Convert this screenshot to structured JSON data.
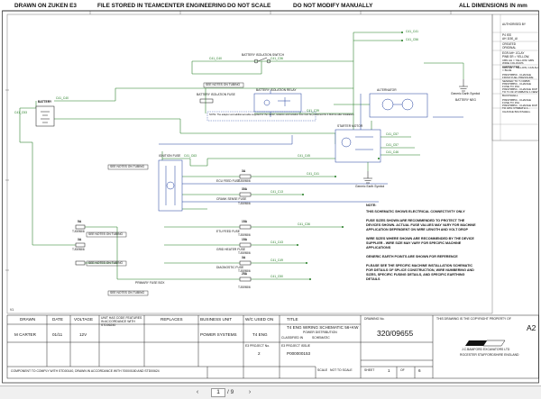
{
  "header": {
    "drawn_on": "DRAWN ON ZUKEN E3",
    "file_stored": "FILE STORED IN TEAMCENTER ENGINEERING",
    "do_not_scale": "DO NOT SCALE",
    "do_not_modify": "DO NOT MODIFY MANUALLY",
    "dimensions": "ALL DIMENSIONS IN mm"
  },
  "revisions": {
    "auth_label": "AUTHORISED BY",
    "lines": [
      "P4 ISS",
      "AH 1150_AI",
      "CREATED",
      "ORIGINAL",
      "EGR AH+ JCLAY",
      "PWB SR = YELLOW,",
      "CBN AH = YELLOW/ GBN WIRE COLOURS CORRECTED",
      "CBN AH = YELLOW, CAN AH = BLUE",
      "P9937MB50 - CHANGE FROM FUEL PRESSURE SENDER TO TJ 09895",
      "P9937MB54 - CHANGE FUSE TO 15A",
      "P9937MB54 - CHANGE DCP TO TJ 09 1TCMBATH 1 NEW BACKSHELL",
      "P9937MB54 - CHANGE FUSE TO 15A",
      "P9937MB54 - CHANGE DCP TO CPC VTNBATH 1 - CHANGE BACKSHELL"
    ]
  },
  "components": {
    "battery": "BATTERY",
    "battery_isolation": "BATTERY ISOLATION SWITCH",
    "relay": "BATTERY ISOLATION RELAY",
    "fuse_box": "BATTERY ISOLATION FUSE",
    "alternator": "ALTERNATOR",
    "starter": "STARTER MOTOR",
    "ignition_fuse": "IGNITION FUSE",
    "ecu_fuse": "ECU FEED FUSE",
    "crank_fuse": "CRANK SENSE FUSE",
    "etu_fuse": "ETU FEED FUSE",
    "grid_heater_fuse": "GRID HEATER FUSE",
    "diag_fuse": "DIAGNOSTIC FUSE",
    "primary_fuse_box": "PRIMARY FUSE BOX",
    "earth_sym": "Generic Earth Symbol",
    "battery_neg": "BATTERY NEG",
    "see_notes_1": "SEE NOTES ON TUBING",
    "see_notes_2": "SEE NOTES ON TUBING",
    "see_notes_3": "SEE NOTES ON TUBING",
    "see_notes_4": "SEE NOTES ON TUBING",
    "see_notes_5": "SEE NOTES ON TUBING",
    "box_note": "NOTE: The adaptor and additional cable supplied for the starter, isolation and isolation bus must be positioned for 4 Mohms after installation"
  },
  "wire_labels": {
    "w1": "C41_C41",
    "w2": "C41_C56",
    "w3": "C41_C40",
    "w4": "C41_C36",
    "w5": "C41_C39",
    "w6": "C41_C40",
    "w7": "C41_C53",
    "w8": "C41_C63",
    "w9": "C41_C45",
    "w10": "C41_C41",
    "w11": "C41_C13",
    "w12": "C41_C36",
    "w13": "C41_C43",
    "w14": "C41_C49",
    "w15": "C41_C50",
    "w16": "C41_C57",
    "w17": "C41_C57",
    "w18": "C41_C46",
    "f1": "3A",
    "f2": "30A",
    "f3": "15A",
    "f4": "15A",
    "f5": "3A",
    "f6": "25A",
    "f7": "5A",
    "f8": "3A",
    "p1": "TJ0098/6",
    "p2": "TJ0098/6",
    "p3": "TJ0098/6",
    "p4": "TJ0098/6",
    "p5": "TJ0098/6",
    "p6": "TJ0098/6",
    "p7": "TJ0098/6",
    "p8": "TJ0098/6"
  },
  "notes": [
    "NOTE:",
    "THIS SCHEMATIC SHOWS ELECTRICAL CONNECTIVITY ONLY",
    "FUSE SIZES SHOWN ARE RECOMMENDED TO PROTECT THE",
    "DEVICES SHOWN. ACTUAL FUSE VALUES MAY VARY FOR MACHINE",
    "APPLICATION DEPENDENT ON WIRE LENGTH AND VOLT DROP",
    "WIRE SIZES WHERE SHOWN ARE RECOMMENDED BY THE DEVICE",
    "SUPPLIER - WIRE SIZE MAY VARY FOR SPECIFIC MACHINE",
    "APPLICATIONS",
    "GENERIC EARTH POINTS ARE SHOWN FOR REFERENCE",
    "PLEASE SEE THE SPECIFIC MACHINE INSTALLATION SCHEMATIC",
    "FOR DETAILS OF SPLICE CONSTRUCTION, WIRE NUMBERING AND",
    "SIZES, SPECIFIC FUSING DETAILS, AND SPECIFIC EARTHING",
    "DETAILS"
  ],
  "title_block": {
    "drawn_label": "DRAWN",
    "date_label": "DATE",
    "voltage_label": "VOLTAGE",
    "hazard_label": "UNIT HAS CODE FEATURES IN ACCORDANCE WITH STD06240",
    "replaces_label": "REPLACES",
    "business_label": "BUSINESS UNIT",
    "wc_label": "W/C USED ON",
    "title_label": "TITLE",
    "drawn": "M CARTER",
    "date": "01/11",
    "voltage": "12V",
    "business": "POWER SYSTEMS",
    "wc": "T4 ENG",
    "title": "T4 ENG WIRING SCHEMATIC 56+KW",
    "title2": "POWER DISTRIBUTION",
    "classified_label": "CLASSIFIED IN",
    "classified": "SCHEMATIC",
    "drawing_label": "DRAWING No.",
    "drawing_no": "320/09655",
    "revision": "A2",
    "copyright": "THIS DRAWING IS THE COPYRIGHT PROPERTY OF",
    "company": "J.C.BAMFORD EXCAVATORS LTD",
    "address": "ROCESTER STAFFORDSHIRE ENGLAND",
    "project_label": "E3 PROJECT No.",
    "project": "2",
    "issue_label": "E3 PROJECT ISSUE",
    "issue": "P000000153",
    "scale_label": "SCALE",
    "scale": "NOT TO SCALE",
    "sheet_label": "SHEET",
    "sheet": "1",
    "of_label": "OF",
    "of": "6",
    "compliance": "COMPONENT TO COMPLY WITH STD00140, DRAWN IN ACCORDANCE WITH 7000/0180 AND STD00624",
    "prefix": "V1"
  },
  "viewer": {
    "page": "1",
    "total": "/ 9"
  }
}
